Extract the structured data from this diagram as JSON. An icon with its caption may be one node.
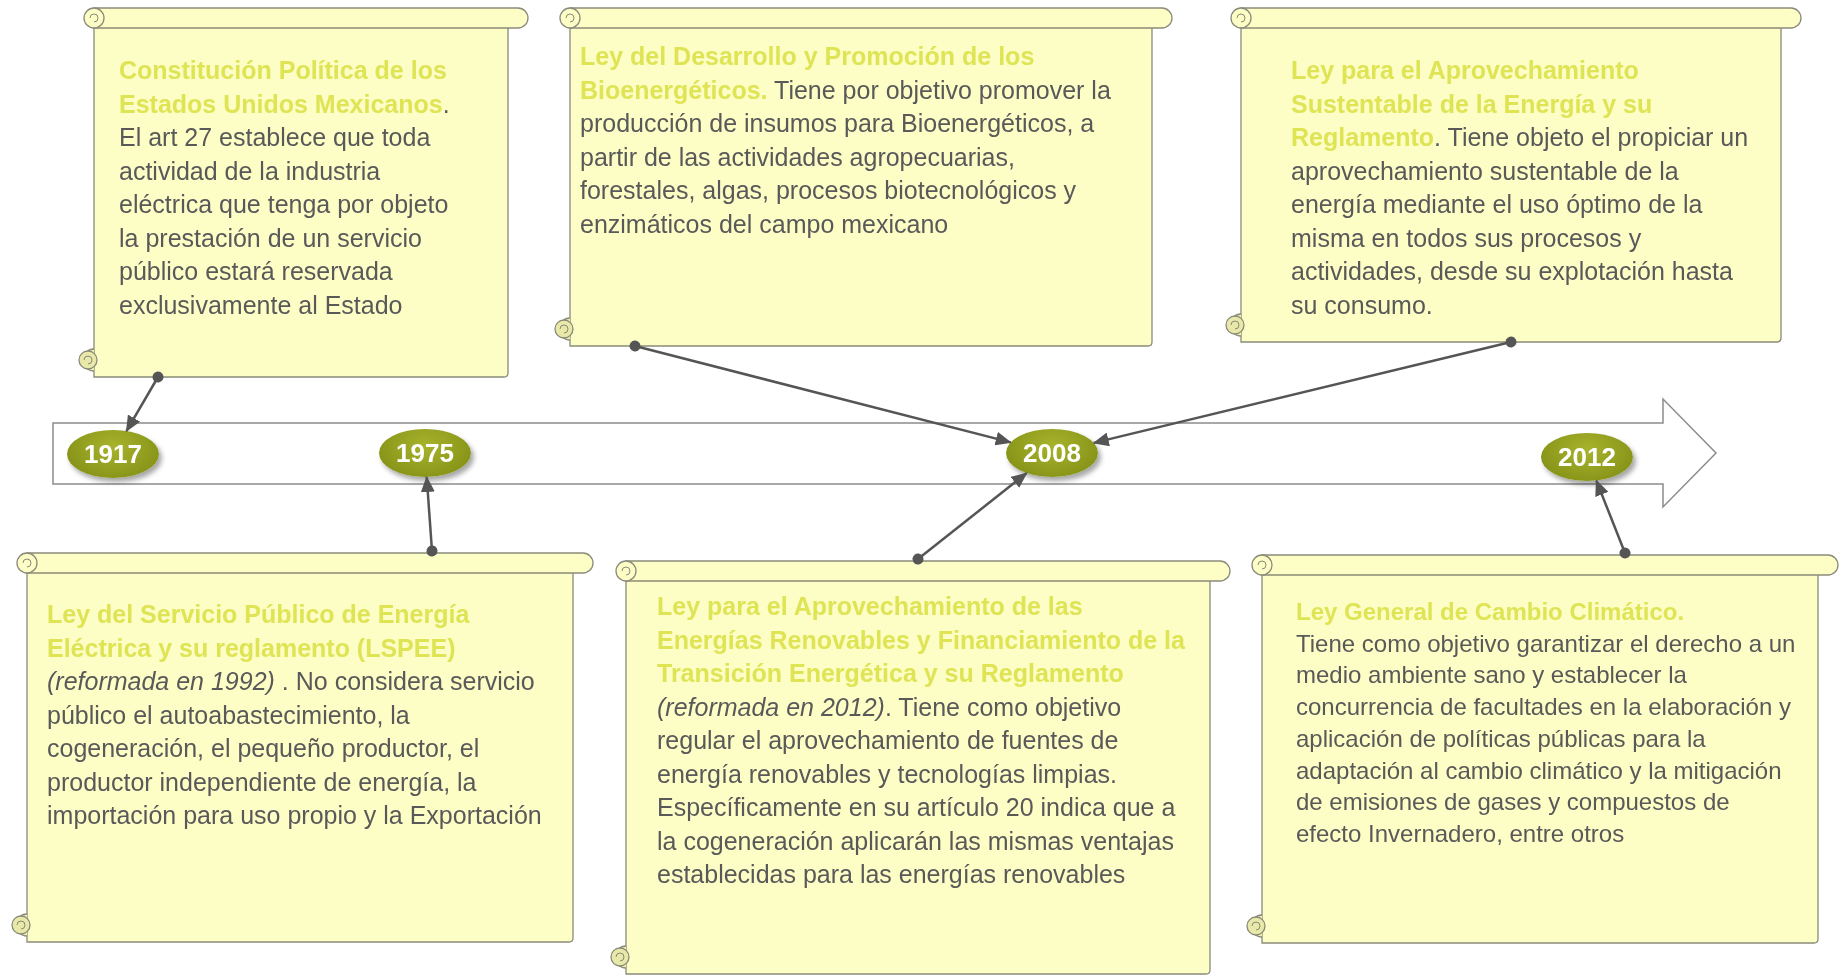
{
  "diagram": {
    "nodes": [
      {
        "text": [
          "**Constitución Política de los Estados Unidos Mexicanos**.  El art 27 establece que toda actividad de la industria eléctrica que tenga por objeto la prestación de un servicio público estará reservada exclusivamente al Estado"
        ]
      },
      {
        "text": [
          "**Ley del Desarrollo y Promoción de los Bioenergéticos.** Tiene por objetivo promover la producción de insumos para Bioenergéticos, a partir de las actividades agropecuarias, forestales, algas, procesos biotecnológicos y enzimáticos del campo mexicano"
        ]
      },
      {
        "text": [
          "**Ley para el Aprovechamiento Sustentable de la Energía y su Reglamento**. Tiene objeto el propiciar un aprovechamiento sustentable de la energía mediante el uso óptimo de la misma en todos sus procesos y actividades, desde su explotación hasta su consumo."
        ]
      },
      {
        "text": [
          "1917"
        ]
      },
      {
        "text": [
          "1975"
        ]
      },
      {
        "text": [
          "2008"
        ]
      },
      {
        "text": [
          "2012"
        ]
      },
      {
        "text": [
          "**Ley del Servicio Público de Energía Eléctrica y su reglamento (LSPEE)** *(reformada en 1992)* . No considera servicio público el autoabastecimiento, la cogeneración, el pequeño productor, el productor independiente de energía, la importación para uso propio y la Exportación"
        ]
      },
      {
        "text": [
          "**Ley para el Aprovechamiento de las Energías Renovables y Financiamiento de la Transición Energética y su Reglamento** *(reformada en 2012)*. Tiene como objetivo regular el aprovechamiento de fuentes de energía renovables y tecnologías limpias. Específicamente en su artículo 20 indica que a la cogeneración aplicarán las mismas ventajas establecidas para las energías renovables"
        ]
      },
      {
        "text": [
          "Ley General de Cambio Climático.",
          "Tiene como objetivo garantizar el derecho a un medio ambiente sano y establecer la concurrencia de facultades en la elaboración y aplicación de políticas públicas para la adaptación al cambio climático y la mitigación de emisiones de gases y compuestos de efecto Invernadero, entre otros"
        ]
      }
    ],
    "edges": [
      {
        "from": 0,
        "to": 3,
        "arrow": "to"
      },
      {
        "from": 1,
        "to": 5,
        "arrow": "to"
      },
      {
        "from": 2,
        "to": 5,
        "arrow": "to"
      },
      {
        "from": 7,
        "to": 4,
        "arrow": "to"
      },
      {
        "from": 8,
        "to": 5,
        "arrow": "to"
      },
      {
        "from": 9,
        "to": 6,
        "arrow": "to"
      }
    ]
  }
}
